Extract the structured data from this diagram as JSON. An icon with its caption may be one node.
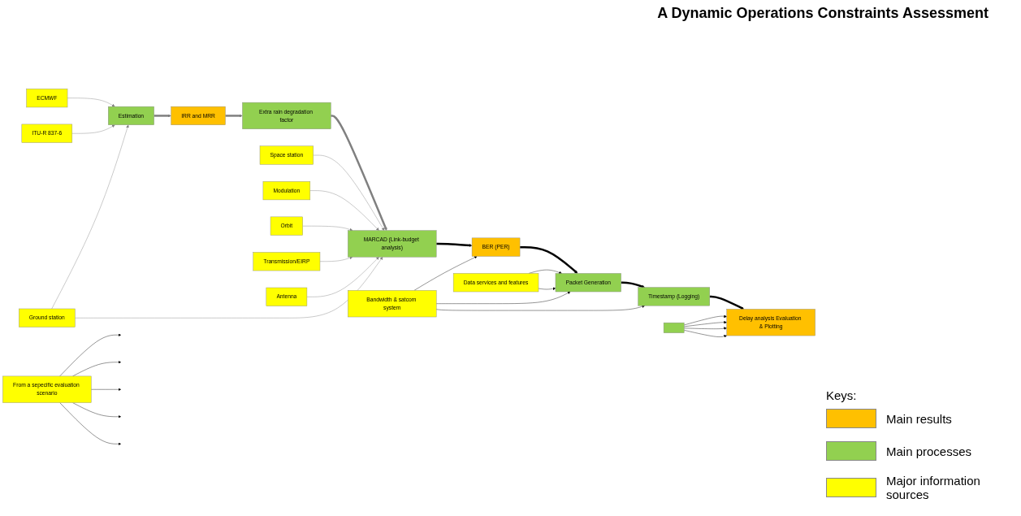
{
  "diagram": {
    "title": "A Dynamic Operations Constraints Assessment",
    "nodes": [
      {
        "text": [
          "ECMWF"
        ]
      },
      {
        "text": [
          "IRR and MRR"
        ]
      },
      {
        "text": [
          "Estimation"
        ]
      },
      {
        "text": [
          "Extra rain degradation factor"
        ]
      },
      {
        "text": [
          "MARCAD (Link-budget analysis)"
        ]
      },
      {
        "text": [
          "Bandwidth & satcom system"
        ]
      },
      {
        "text": [
          "BER (PER)"
        ]
      },
      {
        "text": [
          "Packet Generation"
        ]
      },
      {
        "text": [
          "Timestamp (Logging)"
        ]
      },
      {
        "text": [
          "Delay analysis Evaluation & Plotting"
        ]
      },
      {
        "text": [
          "ITU-R 837-6"
        ]
      },
      {
        "text": [
          "Ground station"
        ]
      },
      {
        "text": [
          "Data services and features"
        ]
      },
      {
        "text": [],
        "shape": "box"
      },
      {
        "text": [
          "Space station"
        ]
      },
      {
        "text": [
          "Modulation"
        ]
      },
      {
        "text": [
          "Orbit"
        ]
      },
      {
        "text": [
          "Transmission/EIRP"
        ]
      },
      {
        "text": [
          "Antenna"
        ]
      },
      {
        "text": [
          "From a sepecific evaluation scenario"
        ]
      }
    ],
    "edges": [
      {
        "from": 0,
        "to": 2,
        "arrow": "to",
        "color": "#808080"
      },
      {
        "from": 2,
        "to": 1,
        "arrow": "to",
        "style": "thick",
        "color": "#808080"
      },
      {
        "from": 1,
        "to": 3,
        "arrow": "to",
        "style": "thick",
        "color": "#808080"
      },
      {
        "from": 3,
        "to": 4,
        "arrow": "to",
        "style": "thick",
        "color": "#808080"
      },
      {
        "from": 10,
        "to": 2,
        "arrow": "to",
        "color": "#808080"
      },
      {
        "from": 11,
        "to": 2,
        "arrow": "to",
        "color": "#808080"
      },
      {
        "from": 11,
        "to": 4,
        "arrow": "to",
        "color": "#808080"
      },
      {
        "from": 4,
        "to": 6,
        "arrow": "to",
        "style": "thick"
      },
      {
        "from": 6,
        "to": 7,
        "arrow": "to",
        "style": "thick"
      },
      {
        "from": 7,
        "to": 8,
        "arrow": "to",
        "style": "thick"
      },
      {
        "from": 8,
        "to": 9,
        "arrow": "to",
        "style": "thick"
      },
      {
        "from": 5,
        "to": 6,
        "arrow": "to"
      },
      {
        "from": 5,
        "to": 7,
        "arrow": "to"
      },
      {
        "from": 5,
        "to": 8,
        "arrow": "to"
      },
      {
        "from": 12,
        "to": 7,
        "arrow": "to"
      },
      {
        "from": 12,
        "to": 7,
        "arrow": "to"
      },
      {
        "from": 13,
        "to": 9,
        "arrow": "to"
      },
      {
        "from": 13,
        "to": 9,
        "arrow": "to"
      },
      {
        "from": 13,
        "to": 9,
        "arrow": "to"
      },
      {
        "from": 13,
        "to": 9,
        "arrow": "to"
      },
      {
        "from": 14,
        "to": 4,
        "arrow": "to",
        "color": "#808080"
      },
      {
        "from": 15,
        "to": 4,
        "arrow": "to",
        "color": "#808080"
      },
      {
        "from": 16,
        "to": 4,
        "arrow": "to",
        "color": "#808080"
      },
      {
        "from": 17,
        "to": 4,
        "arrow": "to",
        "color": "#808080"
      },
      {
        "from": 18,
        "to": 4,
        "arrow": "to",
        "color": "#808080"
      },
      {
        "from": 19,
        "to": null,
        "arrow": "to"
      },
      {
        "from": 19,
        "to": null,
        "arrow": "to"
      },
      {
        "from": 19,
        "to": null,
        "arrow": "to"
      },
      {
        "from": 19,
        "to": null,
        "arrow": "to"
      },
      {
        "from": 19,
        "to": null,
        "arrow": "to"
      }
    ],
    "labels": [
      "Keys:"
    ],
    "legend": [
      {
        "text": "Main results",
        "color": "#ffc000"
      },
      {
        "text": "Main processes",
        "color": "#92d050"
      },
      {
        "text": "Major information sources",
        "color": "#ffff00"
      }
    ]
  }
}
